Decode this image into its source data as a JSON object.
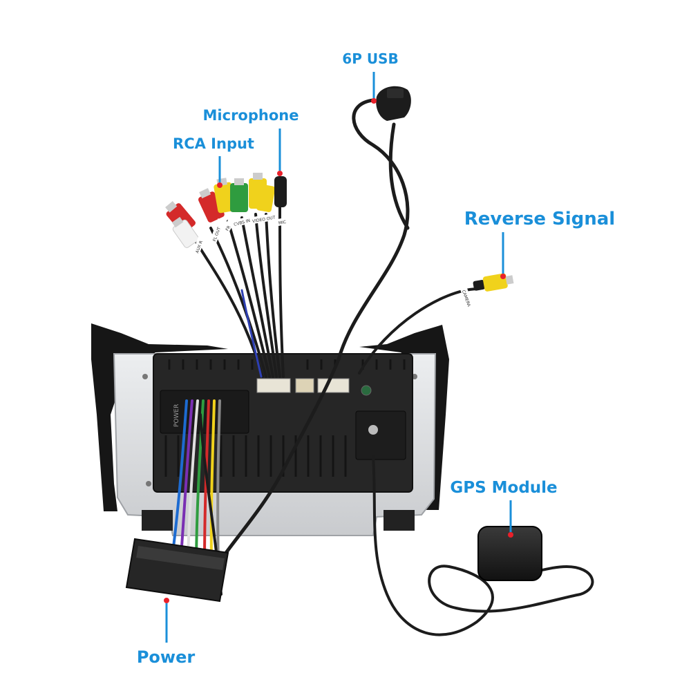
{
  "labels": {
    "usb": "6P USB",
    "microphone": "Microphone",
    "rca_input": "RCA Input",
    "reverse_signal": "Reverse Signal",
    "gps_module": "GPS Module",
    "power": "Power"
  },
  "cable_tags": [
    "AUX R",
    "FL OUT",
    "FR",
    "CVBS IN",
    "VIDEO OUT",
    "MIC",
    "CAMERA",
    "POWER"
  ],
  "colors": {
    "callout": "#1a8fd9",
    "callout_dot": "#e8202a",
    "cable": "#1c1c1c",
    "rca_red": "#d42a2a",
    "rca_white": "#f2f2f2",
    "rca_yellow": "#f0d21c",
    "rca_green": "#2f9c3f",
    "unit_back": "#2a2a2a",
    "bezel_silver": "#d9dadc"
  }
}
